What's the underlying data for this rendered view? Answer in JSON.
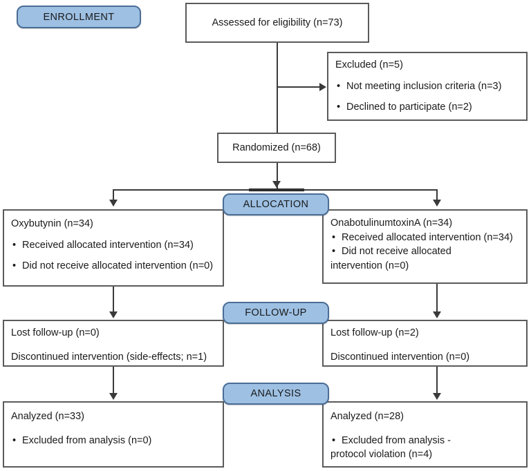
{
  "diagram": {
    "title": "CONSORT participant flow diagram",
    "accent_blue": "#9dc0e3",
    "accent_blue_border": "#4a6d96",
    "box_border": "#5a5a5a",
    "line_color": "#3a3a3a"
  },
  "stages": {
    "enrollment": "ENROLLMENT",
    "allocation": "ALLOCATION",
    "followup": "FOLLOW-UP",
    "analysis": "ANALYSIS"
  },
  "enrollment": {
    "assessed": "Assessed for eligibility (n=73)",
    "excluded_title": "Excluded (n=5)",
    "excluded_items": [
      "Not meeting inclusion criteria (n=3)",
      "Declined to participate (n=2)"
    ],
    "randomized": "Randomized (n=68)"
  },
  "allocation": {
    "left": {
      "heading": "Oxybutynin (n=34)",
      "items": [
        "Received allocated intervention (n=34)",
        "Did not receive allocated intervention (n=0)"
      ]
    },
    "right": {
      "heading": "OnabotulinumtoxinA (n=34)",
      "items": [
        "Received allocated intervention (n=34)",
        "Did not receive allocated"
      ],
      "item_continuation": "intervention (n=0)"
    }
  },
  "followup": {
    "left": {
      "lost": "Lost follow-up (n=0)",
      "discontinued": "Discontinued intervention (side-effects; n=1)"
    },
    "right": {
      "lost": "Lost follow-up (n=2)",
      "discontinued": "Discontinued intervention (n=0)"
    }
  },
  "analysis": {
    "left": {
      "heading": "Analyzed (n=33)",
      "items": [
        "Excluded from analysis (n=0)"
      ]
    },
    "right": {
      "heading": "Analyzed (n=28)",
      "items": [
        "Excluded from analysis -"
      ],
      "item_continuation": "protocol violation (n=4)"
    }
  }
}
